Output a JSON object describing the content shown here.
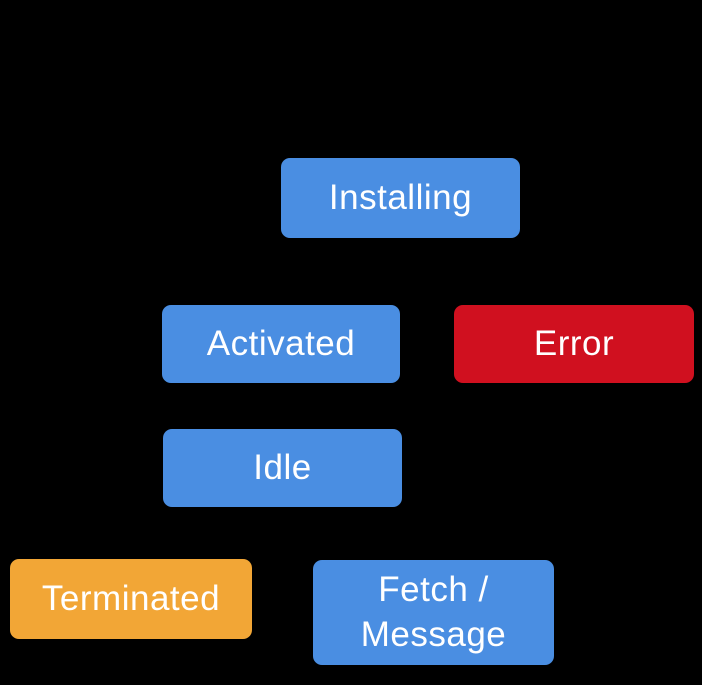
{
  "background_color": "#000000",
  "text_color": "#ffffff",
  "colors": {
    "state_blue": "#4a8ee2",
    "error_red": "#d0101f",
    "terminated_orange": "#f2a636"
  },
  "diagram": {
    "type": "state-diagram",
    "nodes": [
      {
        "id": "installing",
        "label": "Installing",
        "color": "#4a8ee2"
      },
      {
        "id": "activated",
        "label": "Activated",
        "color": "#4a8ee2"
      },
      {
        "id": "error",
        "label": "Error",
        "color": "#d0101f"
      },
      {
        "id": "idle",
        "label": "Idle",
        "color": "#4a8ee2"
      },
      {
        "id": "terminated",
        "label": "Terminated",
        "color": "#f2a636"
      },
      {
        "id": "fetch-message",
        "label": "Fetch /\nMessage",
        "color": "#4a8ee2"
      }
    ]
  }
}
